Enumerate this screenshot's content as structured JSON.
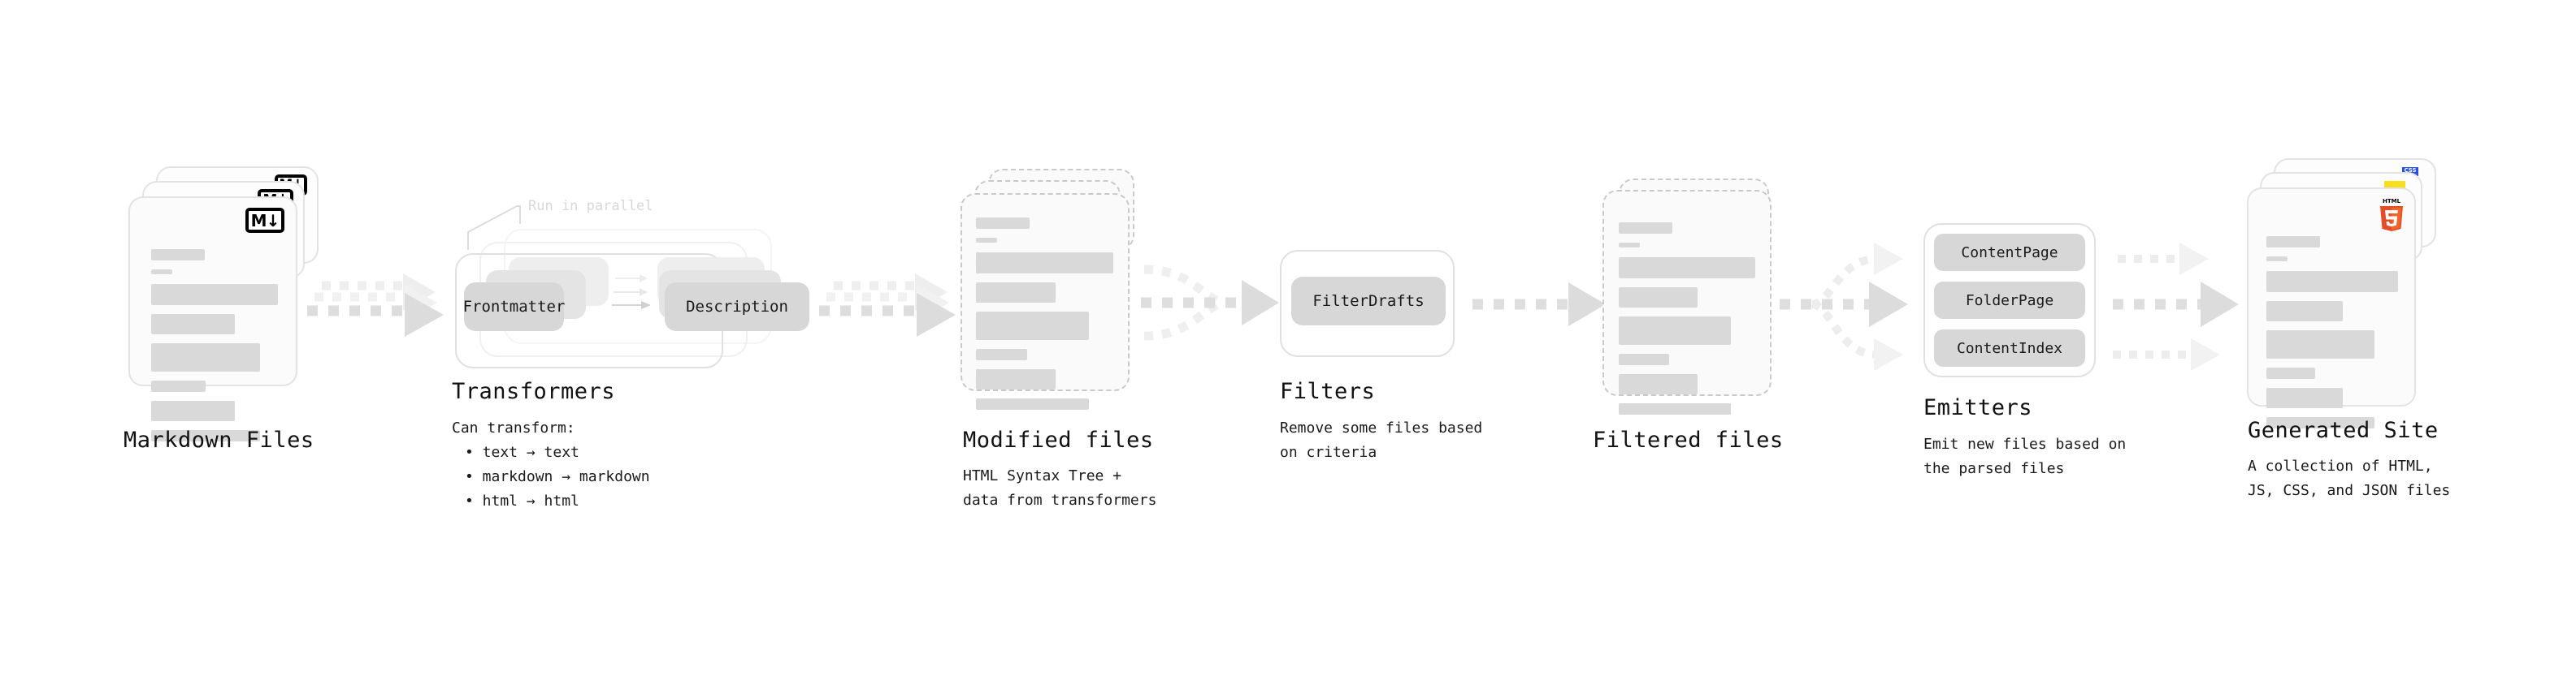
{
  "diagram": {
    "background": "#ffffff",
    "accent_gray": "#d9d9d9",
    "stages": [
      {
        "id": "markdown-files",
        "title": "Markdown Files",
        "subtitle": "",
        "bullets": [],
        "badge": "markdown-badge",
        "badge_text": "M",
        "badge_arrow": "↓"
      },
      {
        "id": "transformers",
        "title": "Transformers",
        "subtitle": "Can transform:",
        "bullets": [
          "• text → text",
          "• markdown → markdown",
          "• html → html"
        ],
        "note": "Run in parallel",
        "chips": [
          "Frontmatter",
          "Description"
        ]
      },
      {
        "id": "modified-files",
        "title": "Modified files",
        "subtitle": "HTML Syntax Tree +\ndata from transformers",
        "bullets": []
      },
      {
        "id": "filters",
        "title": "Filters",
        "subtitle": "Remove some files based\non criteria",
        "bullets": [],
        "chips": [
          "FilterDrafts"
        ]
      },
      {
        "id": "filtered-files",
        "title": "Filtered files",
        "subtitle": "",
        "bullets": []
      },
      {
        "id": "emitters",
        "title": "Emitters",
        "subtitle": "Emit new files based on\nthe parsed files",
        "bullets": [],
        "chips": [
          "ContentPage",
          "FolderPage",
          "ContentIndex"
        ]
      },
      {
        "id": "generated-site",
        "title": "Generated Site",
        "subtitle": "A collection of HTML,\nJS, CSS, and JSON files",
        "bullets": [],
        "badge": "html5-badge",
        "badge_text": "HTML",
        "badge_digit": "5",
        "sub_badges": [
          "js-badge",
          "css-badge"
        ],
        "css_badge_text": "CSS",
        "colors": {
          "html5": "#e44d26",
          "html5_light": "#f16529",
          "js": "#f7df1e",
          "css": "#264de4"
        }
      }
    ],
    "connectors": [
      {
        "id": "c1",
        "from": "markdown-files",
        "to": "transformers",
        "kind": "triple-parallel"
      },
      {
        "id": "c2",
        "from": "transformers",
        "to": "modified-files",
        "kind": "triple-parallel"
      },
      {
        "id": "c3",
        "from": "modified-files",
        "to": "filters",
        "kind": "fan-in"
      },
      {
        "id": "c4",
        "from": "filters",
        "to": "filtered-files",
        "kind": "single"
      },
      {
        "id": "c5",
        "from": "filtered-files",
        "to": "emitters",
        "kind": "fan-out"
      },
      {
        "id": "c6",
        "from": "emitters",
        "to": "generated-site",
        "kind": "triple-parallel-split"
      }
    ]
  }
}
